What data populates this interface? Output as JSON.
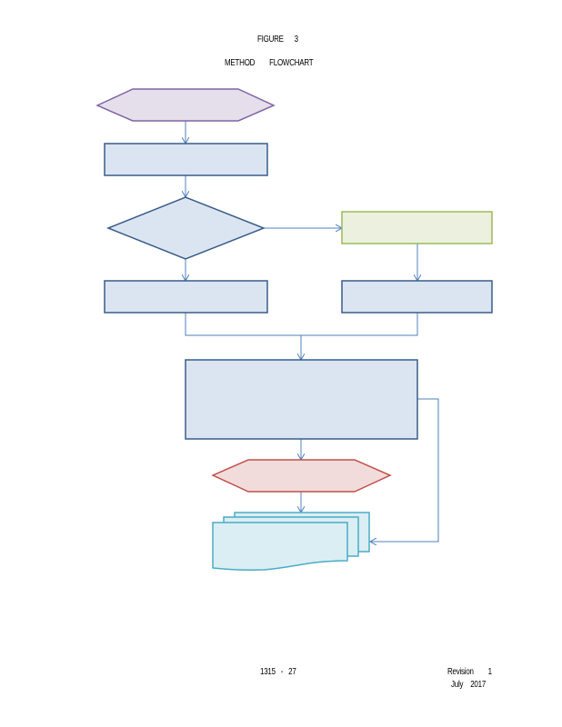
{
  "header": {
    "figure_label": "FIGURE      3",
    "figure_title": "METHOD        FLOWCHART"
  },
  "footer": {
    "page_number": "1315   -   27",
    "revision": "Revision        1",
    "date": "July    2017"
  },
  "colors": {
    "process_fill": "#dbe5f1",
    "process_stroke": "#385d8a",
    "start_fill": "#e5dfec",
    "start_stroke": "#8064a2",
    "alt_fill": "#ebf1de",
    "alt_stroke": "#9bbb59",
    "prep_fill": "#f2dcdb",
    "prep_stroke": "#c0504d",
    "doc_fill": "#daeef3",
    "doc_stroke": "#4bacc6",
    "connector": "#4f81bd"
  }
}
